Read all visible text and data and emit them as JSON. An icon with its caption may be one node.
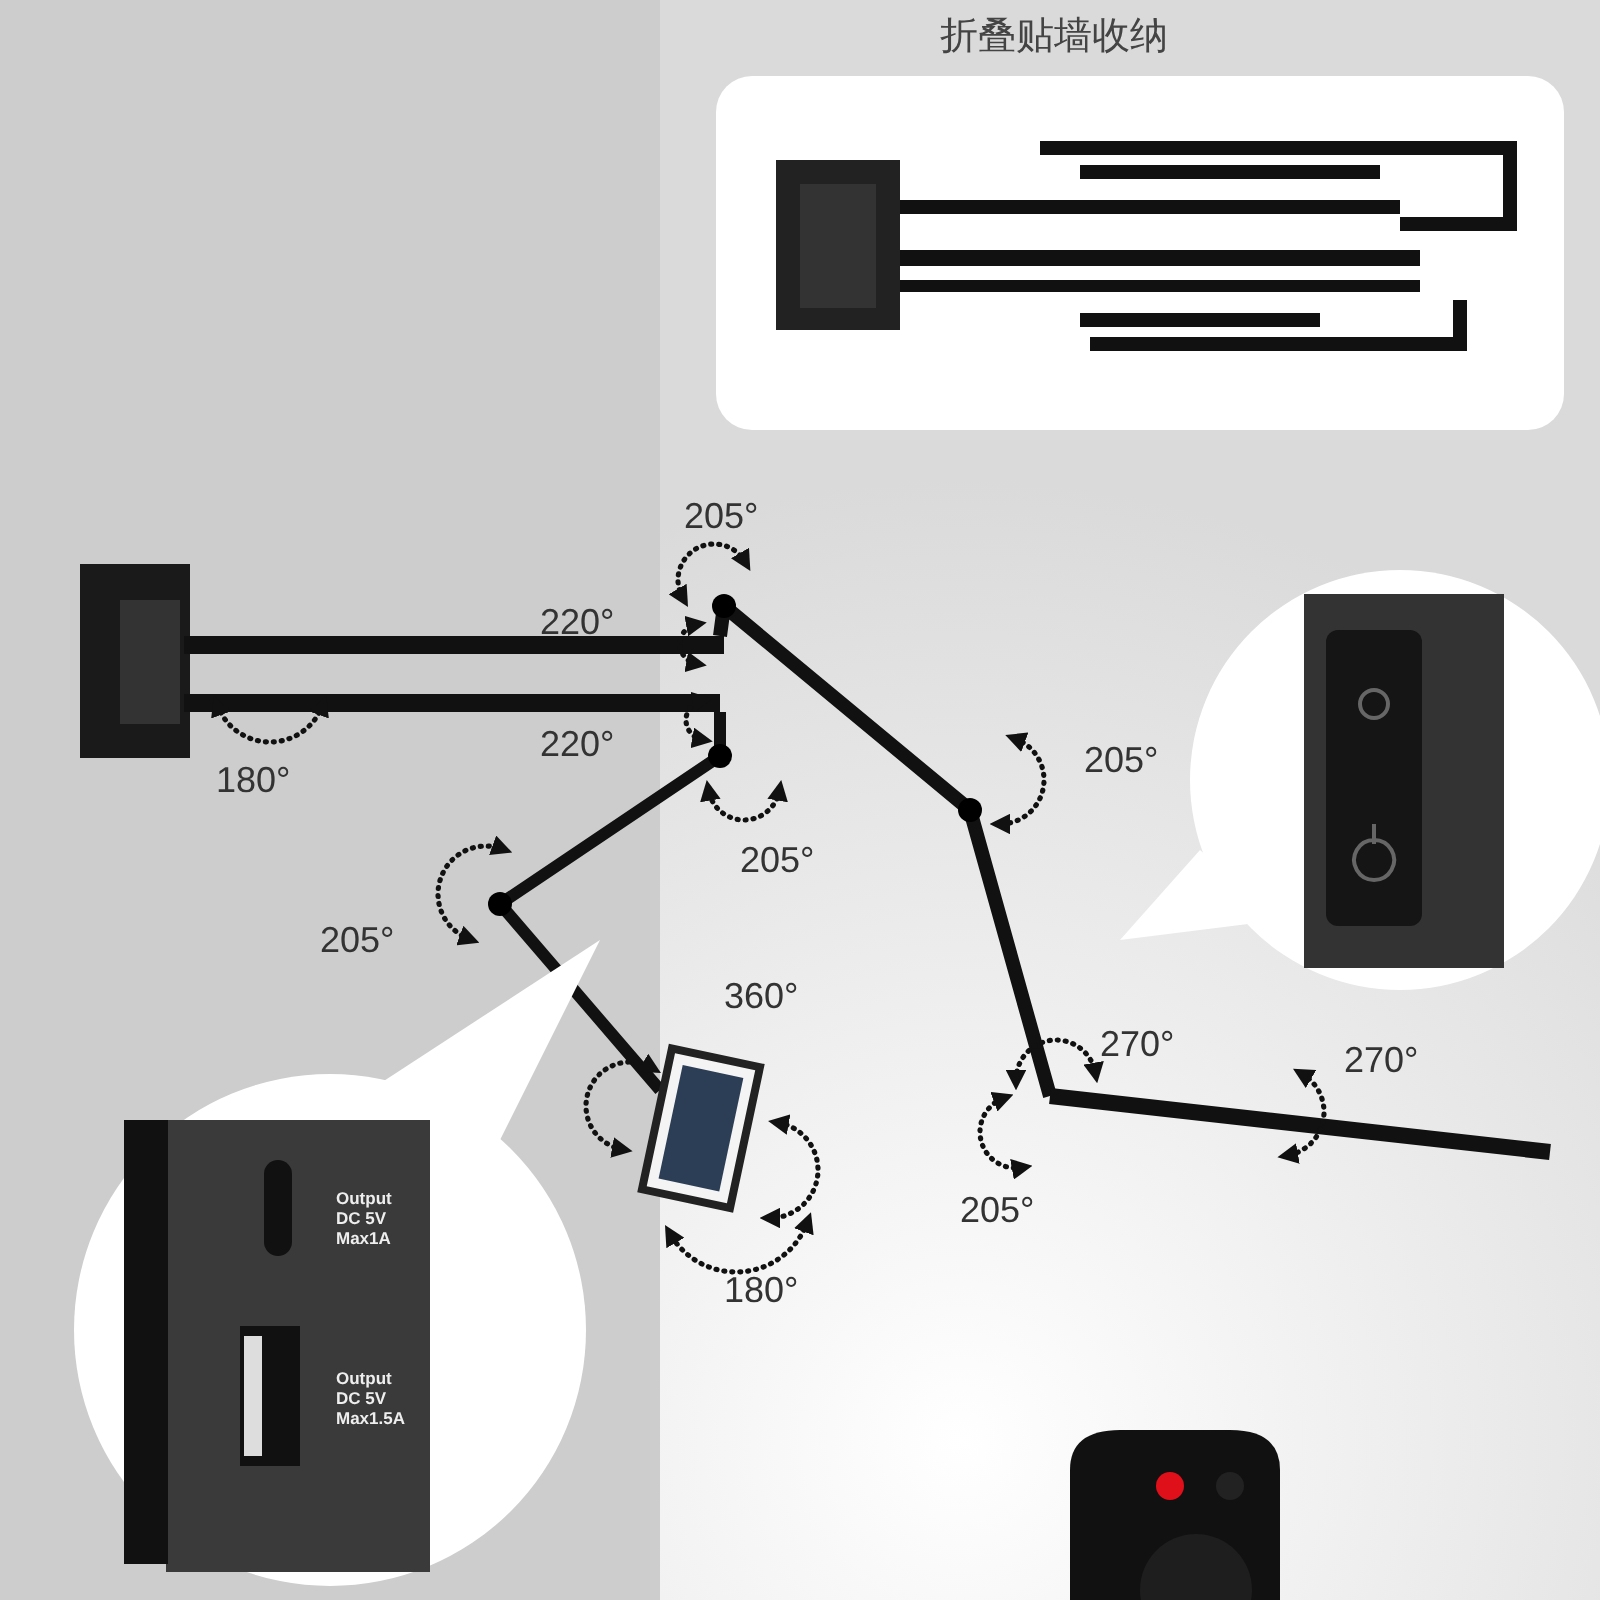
{
  "diagram": {
    "labels": [
      "折叠贴墙收纳",
      "205°",
      "220°",
      "220°",
      "205°",
      "180°",
      "205°",
      "205°",
      "360°",
      "270°",
      "270°",
      "205°",
      "180°",
      "Output DC 5V Max1A",
      "Output DC 5V Max1.5A"
    ]
  }
}
